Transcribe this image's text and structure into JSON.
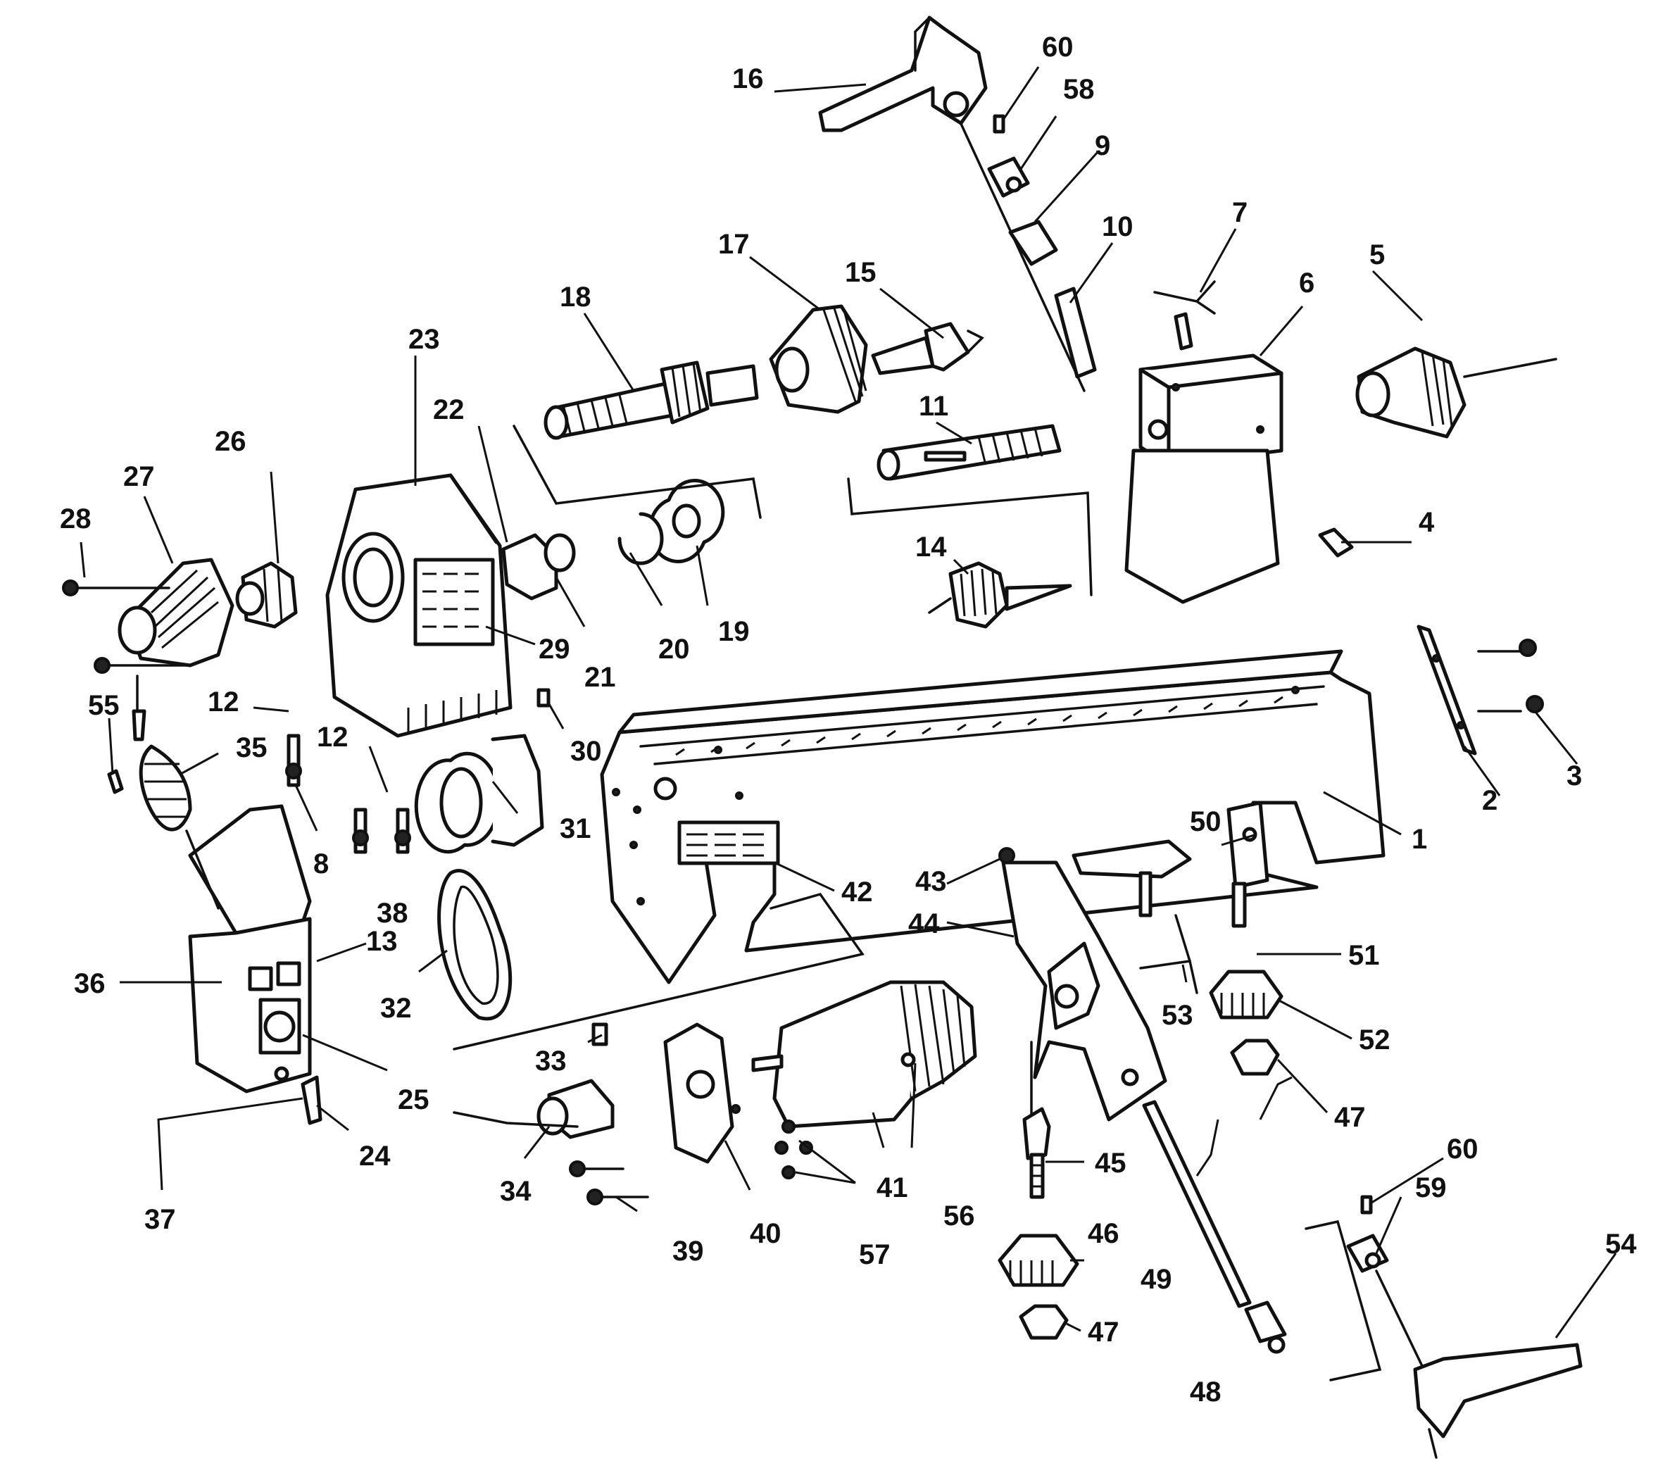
{
  "colors": {
    "ink": "#111111",
    "paper": "#ffffff"
  },
  "callouts": [
    {
      "id": "c1",
      "text": "1"
    },
    {
      "id": "c2",
      "text": "2"
    },
    {
      "id": "c3",
      "text": "3"
    },
    {
      "id": "c4",
      "text": "4"
    },
    {
      "id": "c5",
      "text": "5"
    },
    {
      "id": "c6",
      "text": "6"
    },
    {
      "id": "c7",
      "text": "7"
    },
    {
      "id": "c8",
      "text": "8"
    },
    {
      "id": "c9",
      "text": "9"
    },
    {
      "id": "c10",
      "text": "10"
    },
    {
      "id": "c11",
      "text": "11"
    },
    {
      "id": "c12a",
      "text": "12"
    },
    {
      "id": "c12b",
      "text": "12"
    },
    {
      "id": "c13",
      "text": "13"
    },
    {
      "id": "c14",
      "text": "14"
    },
    {
      "id": "c15",
      "text": "15"
    },
    {
      "id": "c16",
      "text": "16"
    },
    {
      "id": "c17",
      "text": "17"
    },
    {
      "id": "c18",
      "text": "18"
    },
    {
      "id": "c19",
      "text": "19"
    },
    {
      "id": "c20",
      "text": "20"
    },
    {
      "id": "c21",
      "text": "21"
    },
    {
      "id": "c22",
      "text": "22"
    },
    {
      "id": "c23",
      "text": "23"
    },
    {
      "id": "c24",
      "text": "24"
    },
    {
      "id": "c25",
      "text": "25"
    },
    {
      "id": "c26",
      "text": "26"
    },
    {
      "id": "c27",
      "text": "27"
    },
    {
      "id": "c28",
      "text": "28"
    },
    {
      "id": "c29",
      "text": "29"
    },
    {
      "id": "c30",
      "text": "30"
    },
    {
      "id": "c31",
      "text": "31"
    },
    {
      "id": "c32",
      "text": "32"
    },
    {
      "id": "c33",
      "text": "33"
    },
    {
      "id": "c34",
      "text": "34"
    },
    {
      "id": "c35",
      "text": "35"
    },
    {
      "id": "c36",
      "text": "36"
    },
    {
      "id": "c37",
      "text": "37"
    },
    {
      "id": "c38",
      "text": "38"
    },
    {
      "id": "c39",
      "text": "39"
    },
    {
      "id": "c40",
      "text": "40"
    },
    {
      "id": "c41",
      "text": "41"
    },
    {
      "id": "c42",
      "text": "42"
    },
    {
      "id": "c43",
      "text": "43"
    },
    {
      "id": "c44",
      "text": "44"
    },
    {
      "id": "c45",
      "text": "45"
    },
    {
      "id": "c46",
      "text": "46"
    },
    {
      "id": "c47a",
      "text": "47"
    },
    {
      "id": "c47b",
      "text": "47"
    },
    {
      "id": "c48",
      "text": "48"
    },
    {
      "id": "c49",
      "text": "49"
    },
    {
      "id": "c50",
      "text": "50"
    },
    {
      "id": "c51",
      "text": "51"
    },
    {
      "id": "c52",
      "text": "52"
    },
    {
      "id": "c53",
      "text": "53"
    },
    {
      "id": "c54",
      "text": "54"
    },
    {
      "id": "c55",
      "text": "55"
    },
    {
      "id": "c56",
      "text": "56"
    },
    {
      "id": "c57",
      "text": "57"
    },
    {
      "id": "c58",
      "text": "58"
    },
    {
      "id": "c59",
      "text": "59"
    },
    {
      "id": "c60a",
      "text": "60"
    },
    {
      "id": "c60b",
      "text": "60"
    }
  ]
}
